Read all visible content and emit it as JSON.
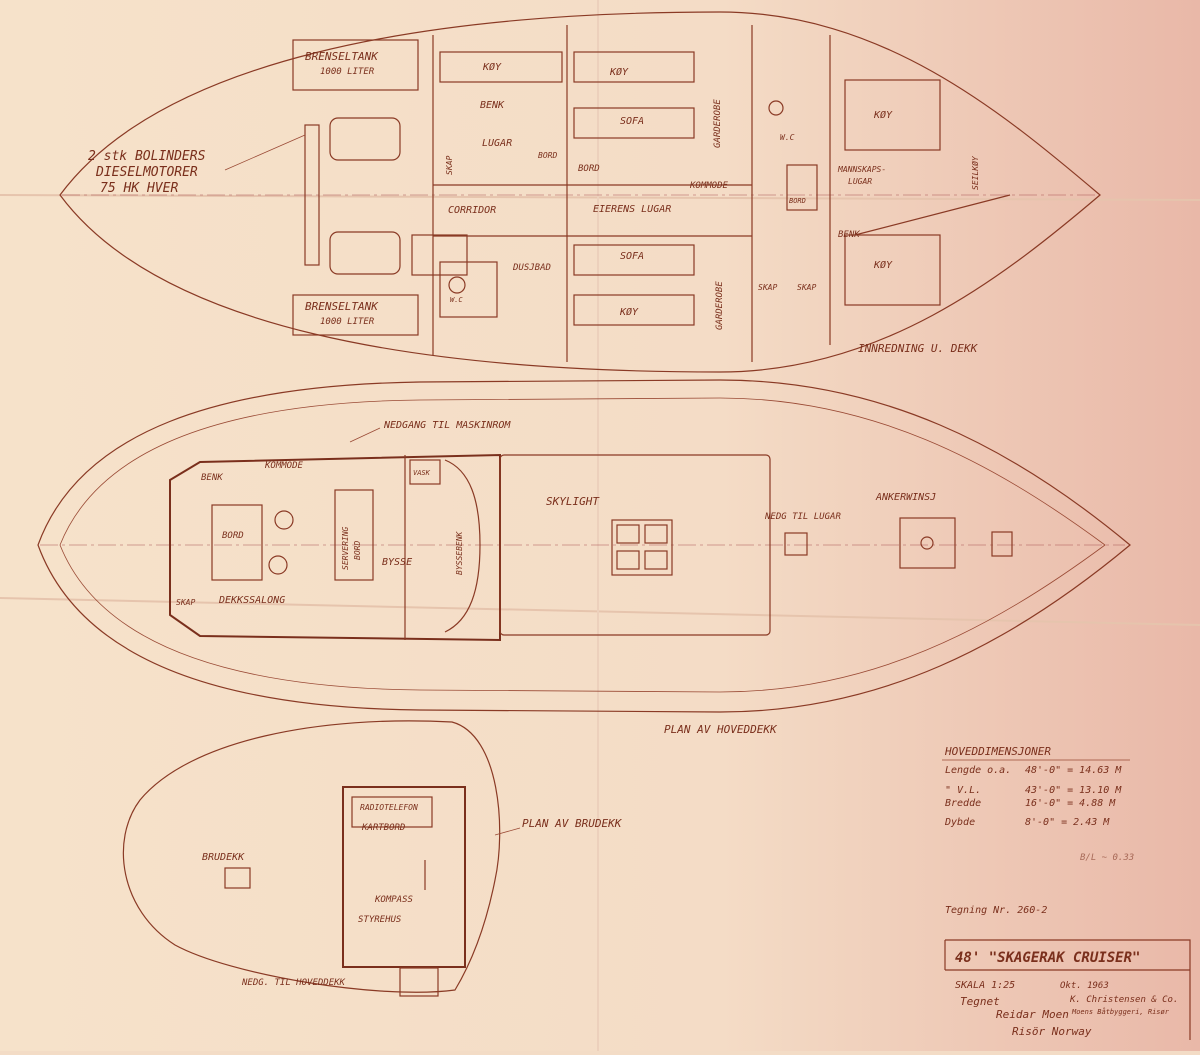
{
  "lower_deck": {
    "engine_note": [
      "2 stk BOLINDERS",
      "DIESELMOTORER",
      "75 HK HVER"
    ],
    "tank_top": [
      "BRENSELTANK",
      "1000 LITER"
    ],
    "tank_bottom": [
      "BRENSELTANK",
      "1000 LITER"
    ],
    "koy_1": "KØY",
    "koy_2": "KØY",
    "koy_3": "KØY",
    "koy_4": "KØY",
    "koy_5": "KØY",
    "benk_1": "BENK",
    "benk_2": "BENK",
    "sofa_1": "SOFA",
    "sofa_2": "SOFA",
    "garderobe_1": "GARDEROBE",
    "garderobe_2": "GARDEROBE",
    "skap_1": "SKAP",
    "skap_2": "SKAP",
    "skap_3": "SKAP",
    "lugar": "LUGAR",
    "bord_1": "BORD",
    "bord_2": "BORD",
    "bord_3": "BORD",
    "kommode": "KOMMODE",
    "corridor": "CORRIDOR",
    "eierens_lugar": "EIERENS LUGAR",
    "wc_1": "W.C",
    "wc_2": "W.C",
    "dusjbad": "DUSJBAD",
    "mannskapslugar": [
      "MANNSKAPS-",
      "LUGAR"
    ],
    "seilkoy": "SEILKØY",
    "caption": "INNREDNING U. DEKK"
  },
  "main_deck": {
    "nedgang_maskinrom": "NEDGANG TIL MASKINROM",
    "benk": "BENK",
    "kommode": "KOMMODE",
    "vask": "VASK",
    "bord": "BORD",
    "servering": [
      "SERVERING",
      "BORD"
    ],
    "bysse": "BYSSE",
    "byssebenk": "BYSSEBENK",
    "skap": "SKAP",
    "dekkssalong": "DEKKSSALONG",
    "skylight": "SKYLIGHT",
    "nedg_lugar": "NEDG TIL LUGAR",
    "ankerwinsj": "ANKERWINSJ",
    "caption": "PLAN AV HOVEDDEKK"
  },
  "bridge_deck": {
    "radiotelefon": "RADIOTELEFON",
    "kartbord": "KARTBORD",
    "kompass": "KOMPASS",
    "styrehus": "STYREHUS",
    "brudekk": "BRUDEKK",
    "nedg_hoveddekk": "NEDG. TIL HOVEDDEKK",
    "caption": "PLAN AV BRUDEKK"
  },
  "dimensions": {
    "heading": "HOVEDDIMENSJONER",
    "rows": [
      {
        "label": "Lengde o.a.",
        "value": "48'-0\" = 14.63 M"
      },
      {
        "label": "\" V.L.",
        "value": "43'-0\" = 13.10 M"
      },
      {
        "label": "Bredde",
        "value": "16'-0\" = 4.88 M"
      },
      {
        "label": "Dybde",
        "value": "8'-0\" = 2.43 M"
      }
    ],
    "ratio_note": "B/L ~ 0.33"
  },
  "title_block": {
    "drawing_no": "Tegning Nr. 260-2",
    "title": "48' \"SKAGERAK CRUISER\"",
    "scale": "SKALA 1:25",
    "date": "Okt. 1963",
    "drawn_by_label": "Tegnet",
    "drawn_by": "Reidar Moen",
    "place": "Risör Norway",
    "stamp_line1": "K. Christensen & Co.",
    "stamp_line2": "Moens Båtbyggeri, Risør"
  }
}
